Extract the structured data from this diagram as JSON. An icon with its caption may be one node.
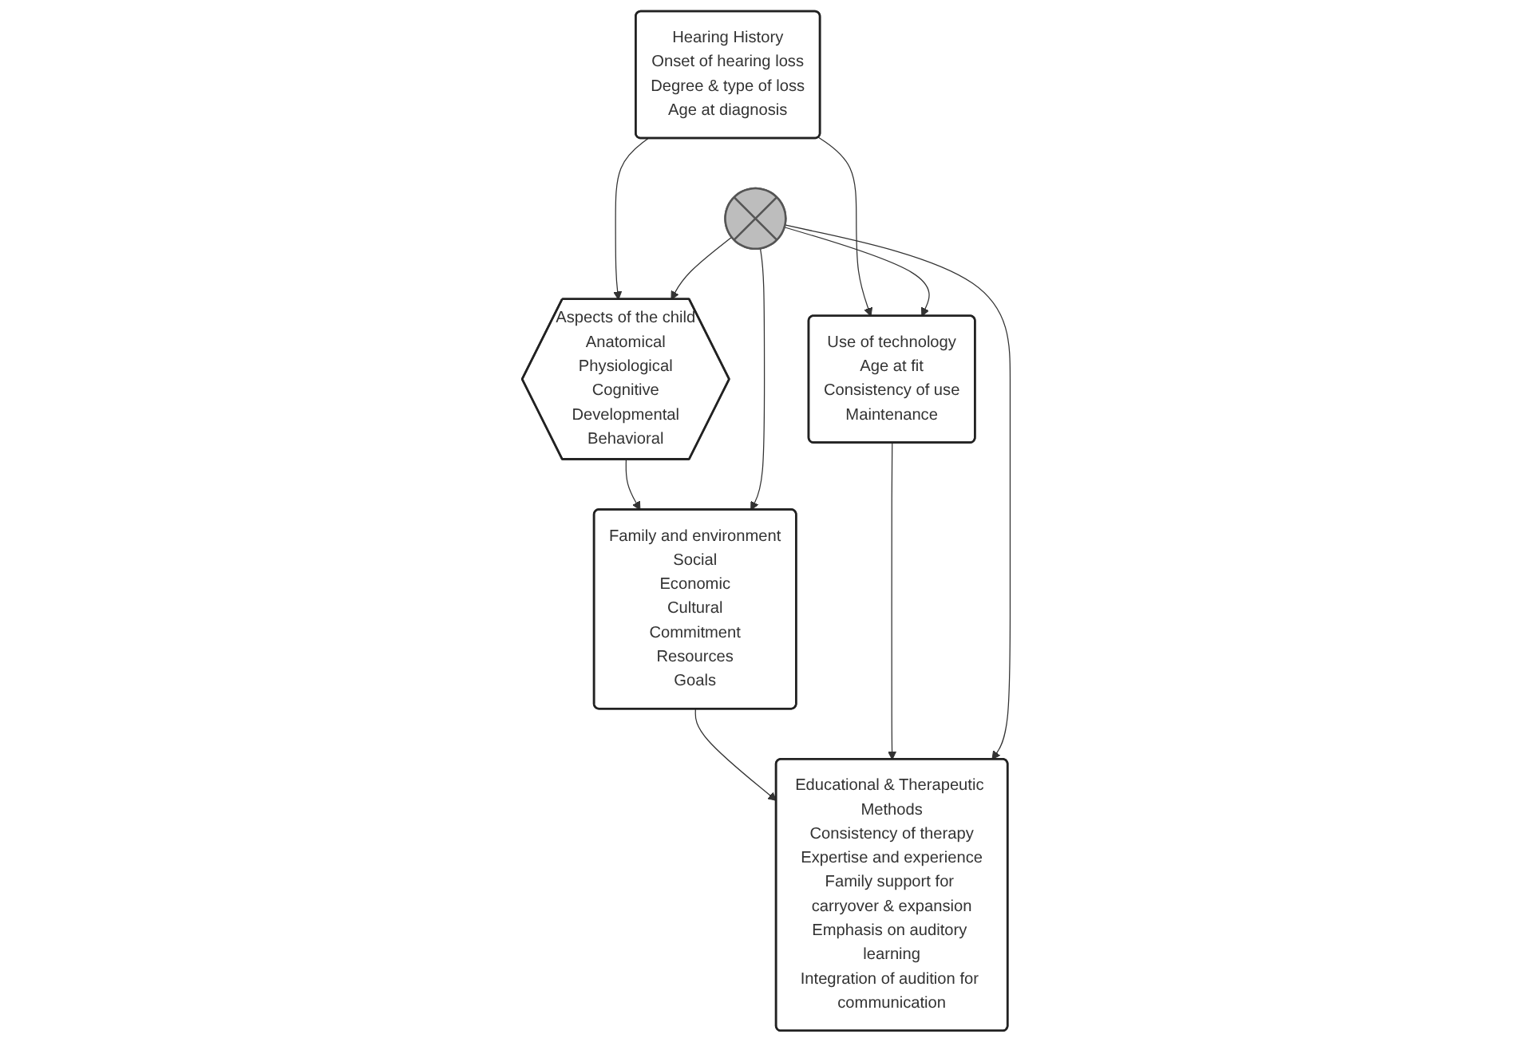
{
  "diagram": {
    "nodes": [
      {
        "text": [
          "Aspects of the child",
          "Anatomical",
          "Physiological",
          "Cognitive",
          "Developmental",
          "Behavioral"
        ]
      },
      {
        "text": [
          "Hearing History",
          "Onset of hearing loss",
          "Degree & type of loss",
          "Age at diagnosis"
        ]
      },
      {
        "text": [
          "Family and environment",
          "Social",
          "Economic",
          "Cultural",
          "Commitment",
          "Resources",
          "Goals"
        ]
      },
      {
        "text": [
          "Use of technology",
          "Age at fit",
          "Consistency of use",
          "Maintenance"
        ]
      },
      {
        "text": [
          "Educational & Therapeutic Methods",
          "Consistency of therapy",
          "Expertise and experience",
          "Family support for carryover & expansion",
          "Emphasis on auditory learning",
          "Integration of audition for communication"
        ]
      },
      {
        "text": [],
        "shape": "cross"
      }
    ],
    "edges": [
      {
        "from": 1,
        "to": 0,
        "arrow": "to"
      },
      {
        "from": 0,
        "to": 2,
        "arrow": "to"
      },
      {
        "from": 2,
        "to": 4,
        "arrow": "to"
      },
      {
        "from": 1,
        "to": 3,
        "arrow": "to"
      },
      {
        "from": 3,
        "to": 4,
        "arrow": "to"
      },
      {
        "from": 5,
        "to": 0,
        "arrow": "to"
      },
      {
        "from": 5,
        "to": 2,
        "arrow": "to"
      },
      {
        "from": 5,
        "to": 4,
        "arrow": "to"
      },
      {
        "from": 5,
        "to": 3,
        "arrow": "to"
      }
    ]
  }
}
